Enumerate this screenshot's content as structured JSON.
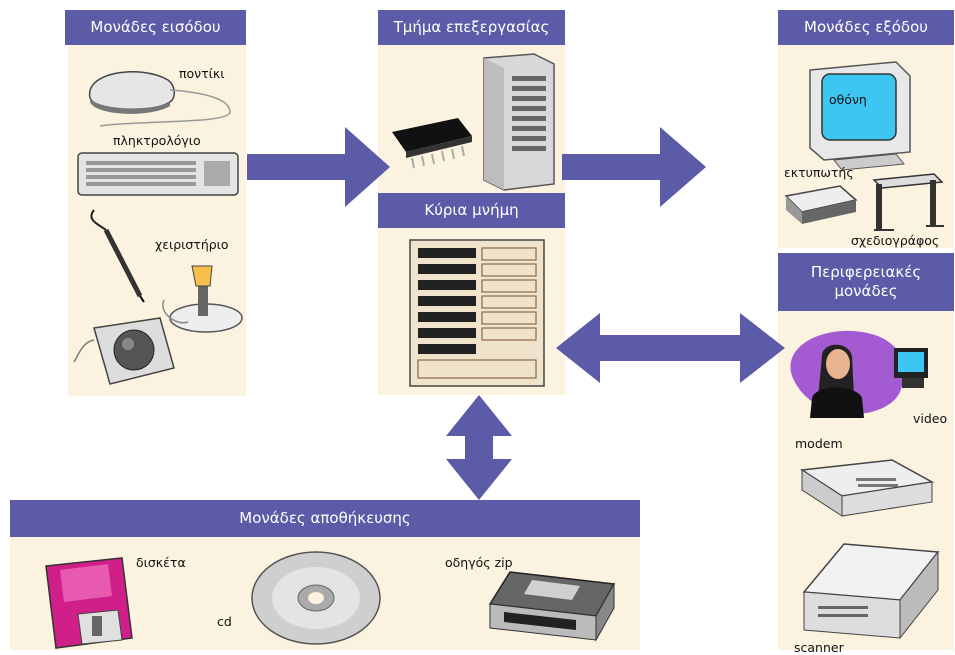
{
  "headers": {
    "input_units": "Μονάδες εισόδου",
    "processing_unit": "Τμήμα επεξεργασίας",
    "output_units": "Μονάδες εξόδου",
    "main_memory": "Κύρια μνήμη",
    "peripheral_units_line1": "Περιφερειακές",
    "peripheral_units_line2": "μονάδες",
    "storage_units": "Μονάδες αποθήκευσης"
  },
  "input_devices": {
    "mouse": "ποντίκι",
    "keyboard": "πληκτρολόγιο",
    "joystick": "χειριστήριο"
  },
  "output_devices": {
    "monitor": "οθόνη",
    "printer": "εκτυπωτής",
    "plotter": "σχεδιογράφος"
  },
  "peripheral_devices": {
    "video": "video",
    "modem": "modem",
    "scanner": "scanner"
  },
  "storage_devices": {
    "floppy": "δισκέτα",
    "cd": "cd",
    "zip": "οδηγός zip"
  },
  "colors": {
    "header": "#5b5ba8",
    "arrow": "#5b5ba8",
    "panel": "#fbf3df"
  }
}
